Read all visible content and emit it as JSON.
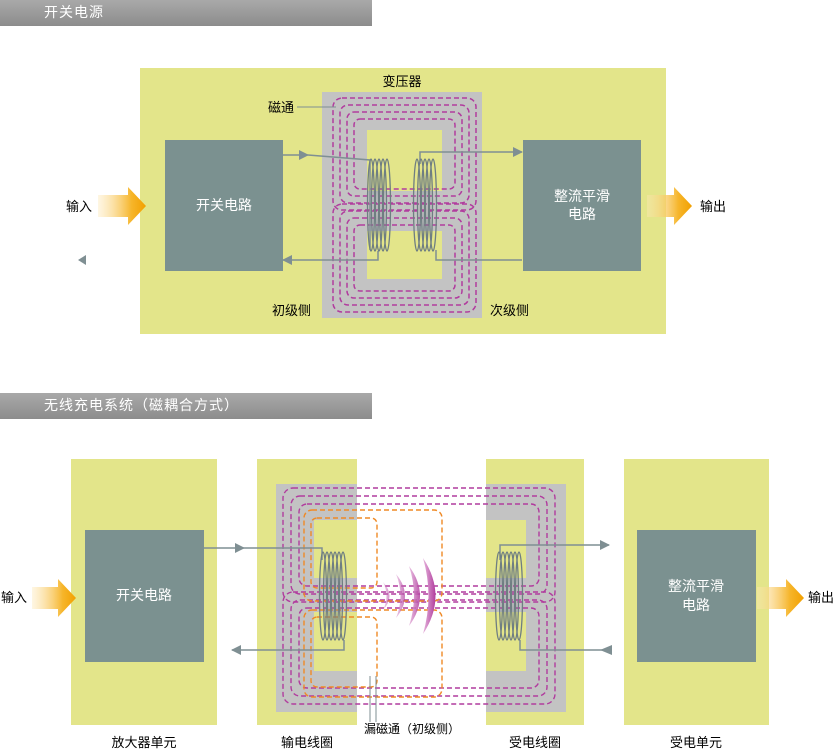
{
  "sections": {
    "top_title": "开关电源",
    "bottom_title": "无线充电系统（磁耦合方式）"
  },
  "top": {
    "input": "输入",
    "output": "输出",
    "switch_circuit": "开关电路",
    "rectifier_line1": "整流平滑",
    "rectifier_line2": "电路",
    "transformer": "变压器",
    "flux": "磁通",
    "primary": "初级侧",
    "secondary": "次级侧"
  },
  "bottom": {
    "input": "输入",
    "output": "输出",
    "switch_circuit": "开关电路",
    "rectifier_line1": "整流平滑",
    "rectifier_line2": "电路",
    "leak_flux": "漏磁通（初级侧）",
    "labels": {
      "amp_unit": "放大器单元",
      "tx_coil": "输电线圈",
      "rx_coil": "受电线圈",
      "rx_unit": "受电单元"
    }
  },
  "colors": {
    "panel": "#e3e58a",
    "block": "#7b9190",
    "core": "#c3c3c3",
    "flux": "#b13c9e",
    "leak": "#ef8a26",
    "arrow": "#f6b52a",
    "wire": "#7f8f93"
  }
}
